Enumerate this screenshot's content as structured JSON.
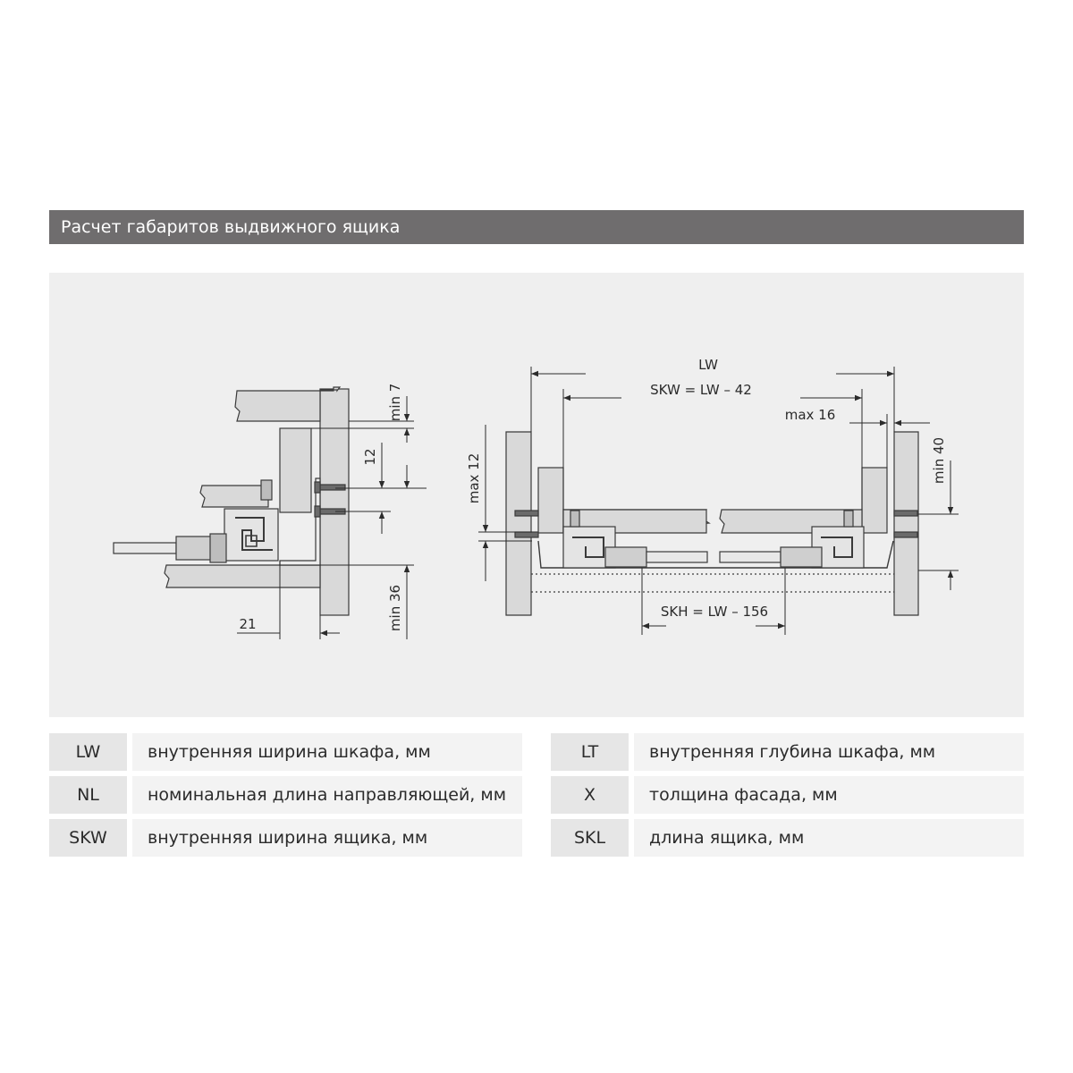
{
  "header": {
    "title": "Расчет габаритов выдвижного ящика"
  },
  "diagram": {
    "labels": {
      "min7": "min 7",
      "dim12": "12",
      "min36": "min 36",
      "dim21": "21",
      "lw": "LW",
      "skw": "SKW = LW – 42",
      "max16": "max 16",
      "max12": "max 12",
      "min40": "min 40",
      "skh": "SKH = LW – 156"
    }
  },
  "legend": {
    "left": [
      {
        "code": "LW",
        "desc": "внутренняя ширина шкафа, мм"
      },
      {
        "code": "NL",
        "desc": "номинальная длина направляющей, мм"
      },
      {
        "code": "SKW",
        "desc": "внутренняя ширина ящика, мм"
      }
    ],
    "right": [
      {
        "code": "LT",
        "desc": "внутренняя глубина шкафа, мм"
      },
      {
        "code": "X",
        "desc": "толщина фасада, мм"
      },
      {
        "code": "SKL",
        "desc": "длина ящика, мм"
      }
    ]
  },
  "colors": {
    "header_bg": "#6f6d6e",
    "panel_bg": "#efefef",
    "part_fill": "#d9d9d9",
    "line": "#3a3a3a"
  }
}
